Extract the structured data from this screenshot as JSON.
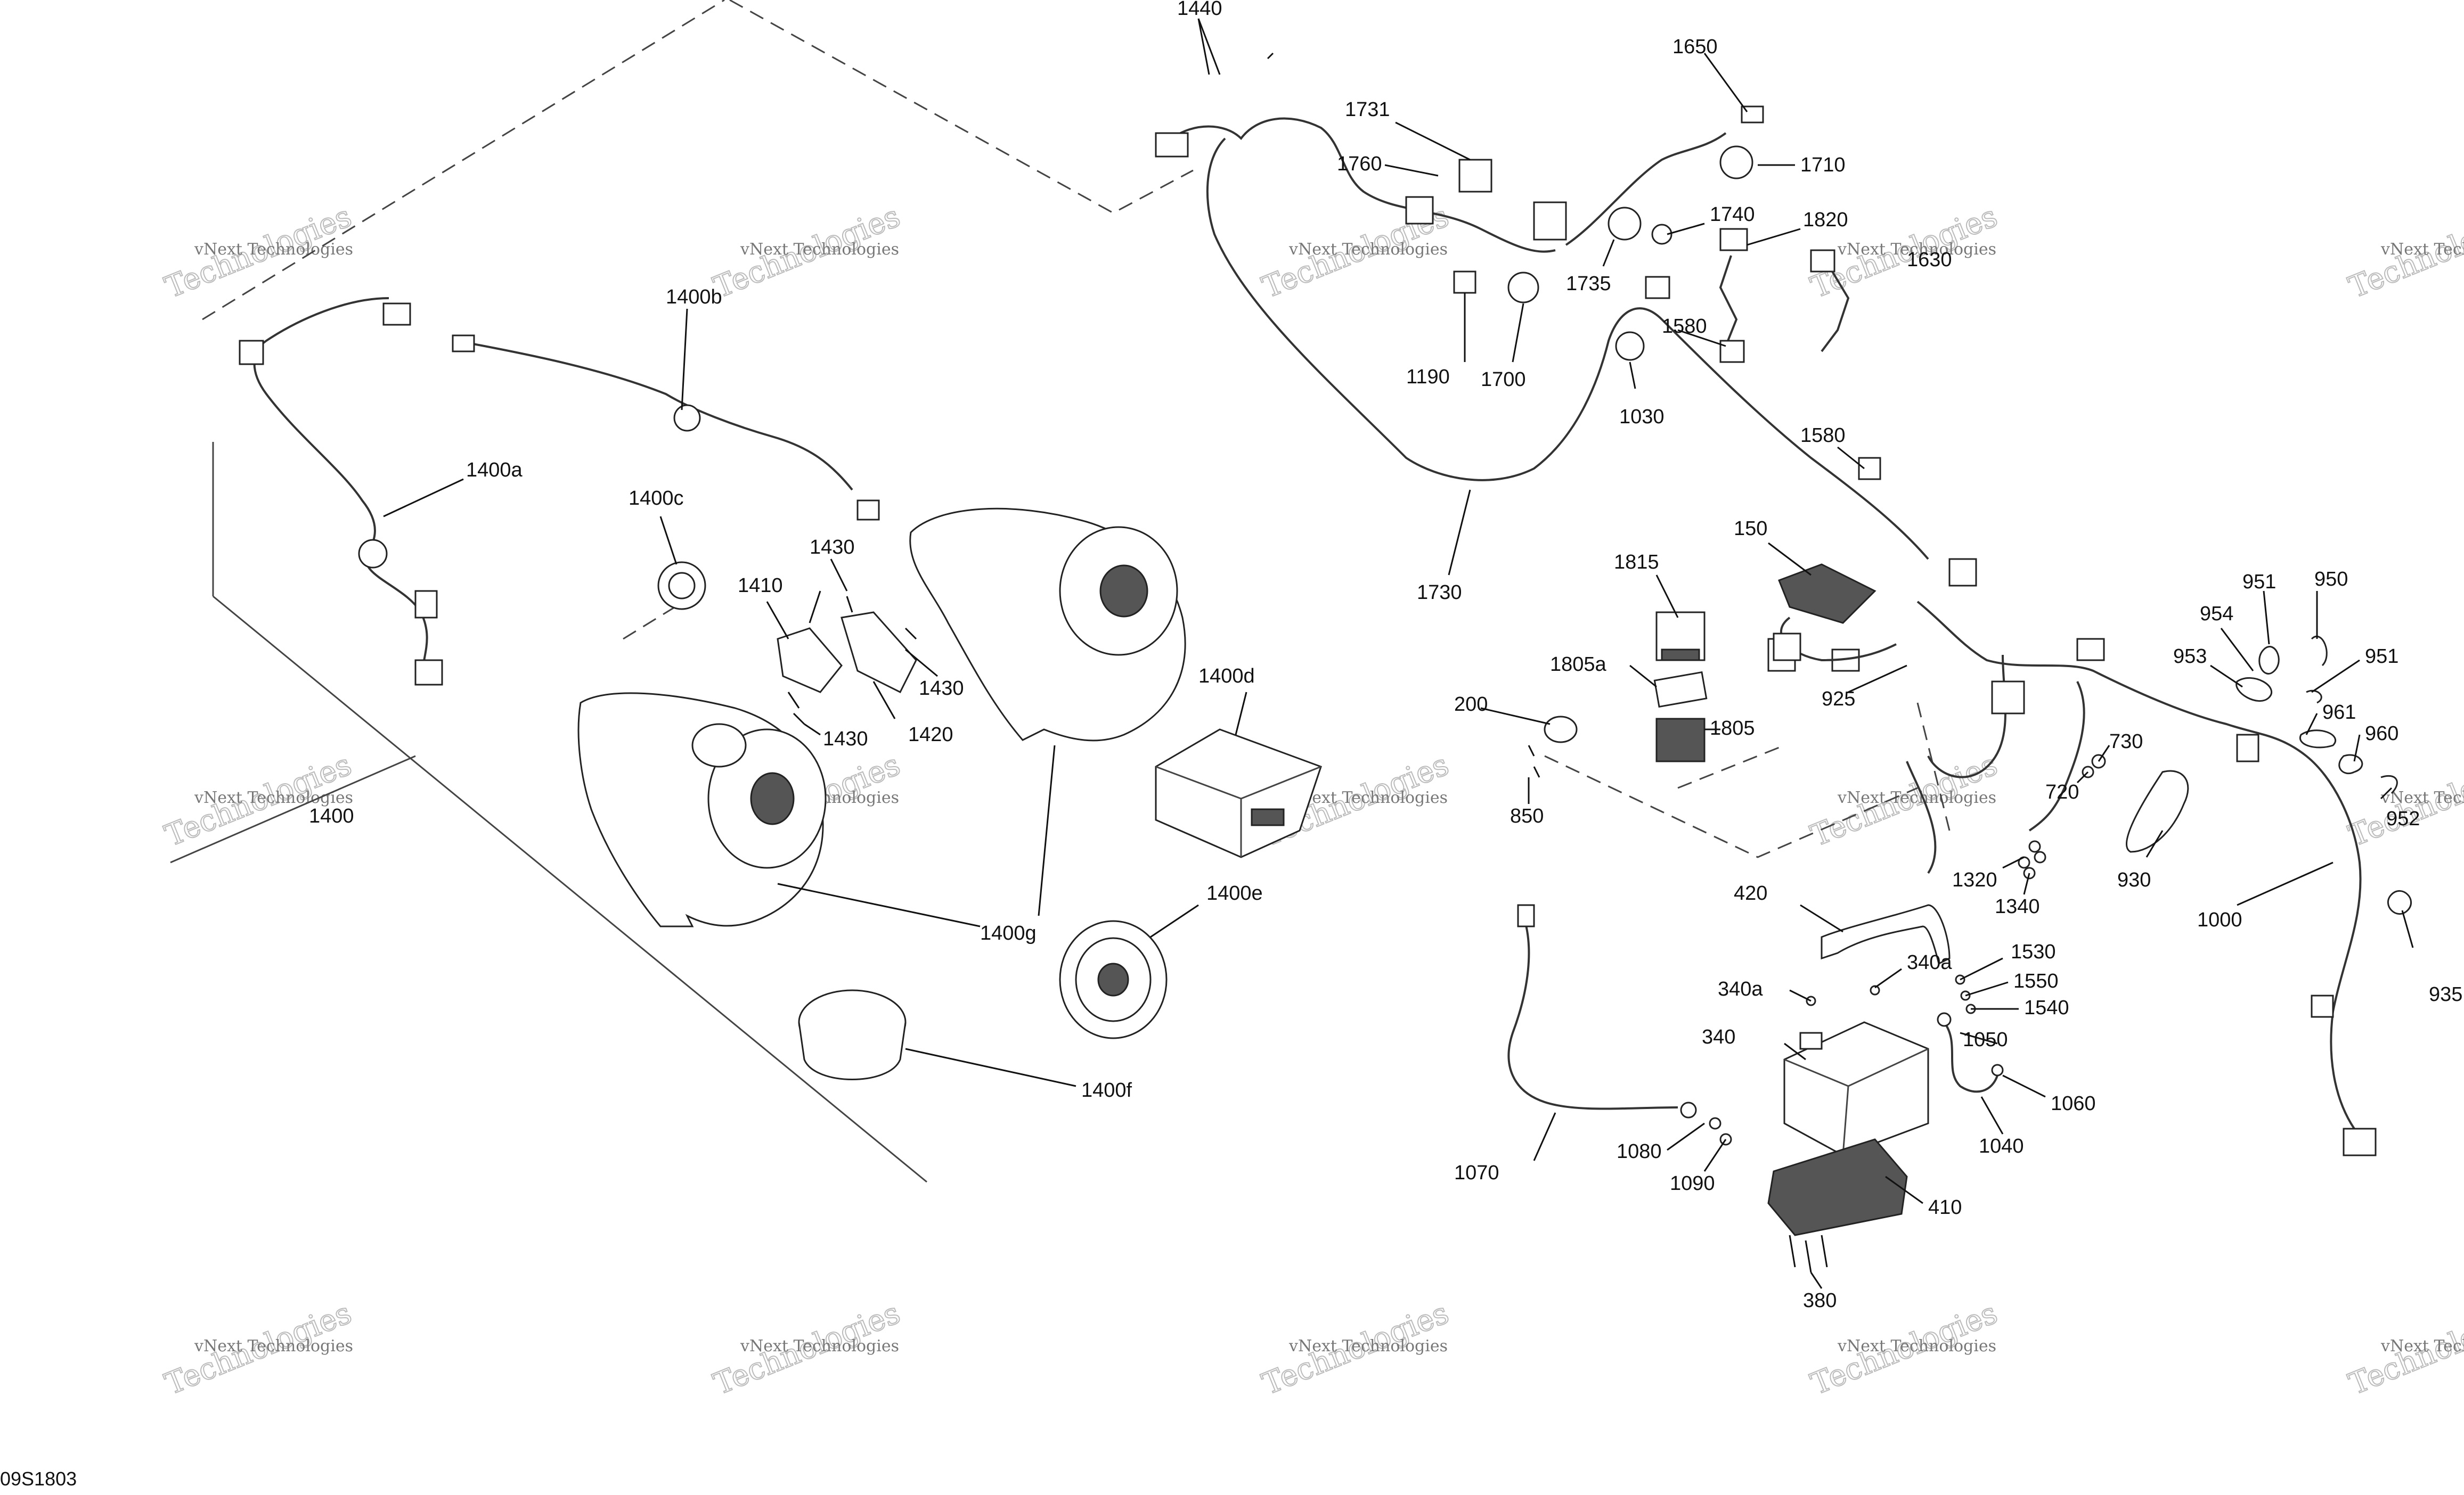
{
  "diagram": {
    "drawing_code": "09S1803",
    "watermark": {
      "line1": "vNext Technologies",
      "line2": "Technologies"
    },
    "callouts": {
      "c1440": "1440",
      "c1650": "1650",
      "c1731": "1731",
      "c1760": "1760",
      "c1710": "1710",
      "c1740": "1740",
      "c1820": "1820",
      "c1630": "1630",
      "c1735": "1735",
      "c1580a": "1580",
      "c1190": "1190",
      "c1700": "1700",
      "c1030": "1030",
      "c1580b": "1580",
      "c1730": "1730",
      "c1400b": "1400b",
      "c1400a": "1400a",
      "c1400c": "1400c",
      "c1430a": "1430",
      "c1410": "1410",
      "c1430b": "1430",
      "c1430c": "1430",
      "c1420": "1420",
      "c1400d": "1400d",
      "c1400": "1400",
      "c1400g": "1400g",
      "c1400e": "1400e",
      "c1400f": "1400f",
      "c150": "150",
      "c1815": "1815",
      "c1805a": "1805a",
      "c1805": "1805",
      "c200": "200",
      "c850": "850",
      "c925": "925",
      "c951a": "951",
      "c950": "950",
      "c954": "954",
      "c953": "953",
      "c951b": "951",
      "c961": "961",
      "c960": "960",
      "c952": "952",
      "c730": "730",
      "c720": "720",
      "c930": "930",
      "c1000": "1000",
      "c1320": "1320",
      "c1340": "1340",
      "c935": "935",
      "c420": "420",
      "c340a_1": "340a",
      "c340a_2": "340a",
      "c1530": "1530",
      "c1550": "1550",
      "c1540": "1540",
      "c340": "340",
      "c1050": "1050",
      "c1060": "1060",
      "c1040": "1040",
      "c1070": "1070",
      "c1080": "1080",
      "c1090": "1090",
      "c410": "410",
      "c380": "380"
    }
  }
}
